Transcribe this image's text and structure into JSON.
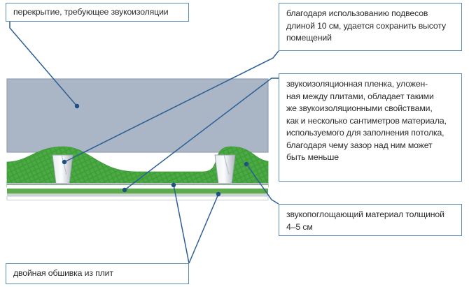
{
  "diagram": {
    "title": "Soundproofing ceiling assembly cross-section",
    "colors": {
      "slab_fill": "#aab6c6",
      "slab_stroke": "#8a97a8",
      "insulation_green": "#4aab42",
      "insulation_green_dark": "#3b9136",
      "film_green": "#5faa4e",
      "hanger_gray": "#c9ced4",
      "leader_blue": "#2c5f96",
      "callout_border": "#5b8db8",
      "panel_line": "#b9bfc6"
    },
    "layers": [
      {
        "name": "concrete-slab",
        "label": "перекрытие"
      },
      {
        "name": "sound-absorbing-wool",
        "label": "звукопоглощающий материал"
      },
      {
        "name": "acoustic-film",
        "label": "звукоизоляционная пленка"
      },
      {
        "name": "double-board-lining",
        "label": "двойная обшивка"
      }
    ],
    "hangers_count": 2
  },
  "callouts": {
    "ceiling": {
      "text": "перекрытие, требующее звукоизоляции"
    },
    "hangers": {
      "text": "благодаря использованию подвесов\nдлиной 10 см, удается сохранить высоту\nпомещений"
    },
    "film": {
      "text": "звукоизоляционная пленка, уложен-\nная между плитами, обладает такими\nже звукоизоляционными свойствами,\nкак и несколько сантиметров материала,\nиспользуемого для заполнения потолка,\nблагодаря чему зазор над ним может\nбыть меньше"
    },
    "absorber": {
      "text": "звукопоглощающий материал толщиной\n4–5 см"
    },
    "panels": {
      "text": "двойная обшивка из плит"
    }
  }
}
